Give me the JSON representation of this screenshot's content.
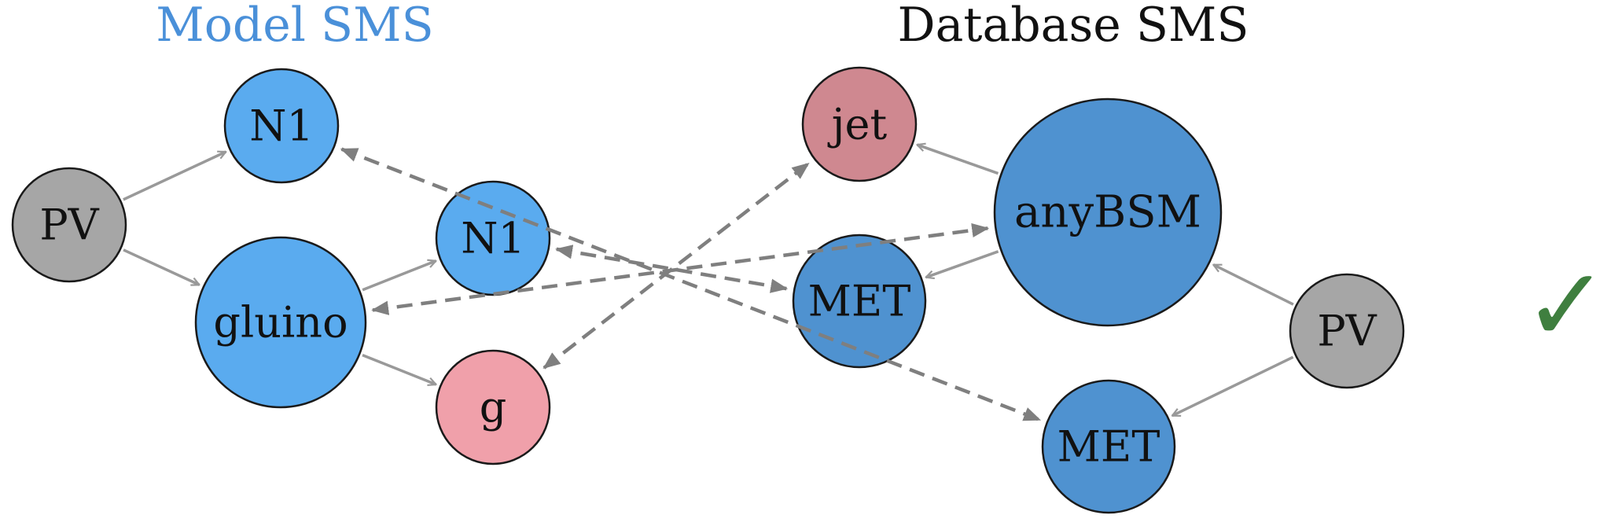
{
  "titles": {
    "model": "Model SMS",
    "database": "Database SMS"
  },
  "colors": {
    "model_title": "#4a90d9",
    "database_title": "#111111",
    "model_bsm": "#5aabef",
    "db_bsm": "#4f92d0",
    "model_sm_jet": "#f0a0aa",
    "db_sm_jet": "#cf8890",
    "pv": "#a6a6a6",
    "node_stroke": "#1a1a1a",
    "solid_edge": "#999999",
    "match_edge": "#7f7f7f",
    "checkmark": "#3f7f3f"
  },
  "model": {
    "nodes": [
      {
        "id": "m_pv",
        "label": "PV",
        "kind": "pv"
      },
      {
        "id": "m_n1a",
        "label": "N1",
        "kind": "model_bsm"
      },
      {
        "id": "m_gluino",
        "label": "gluino",
        "kind": "model_bsm"
      },
      {
        "id": "m_n1b",
        "label": "N1",
        "kind": "model_bsm"
      },
      {
        "id": "m_g",
        "label": "g",
        "kind": "model_sm_jet"
      }
    ],
    "edges": [
      {
        "from": "m_pv",
        "to": "m_n1a"
      },
      {
        "from": "m_pv",
        "to": "m_gluino"
      },
      {
        "from": "m_gluino",
        "to": "m_n1b"
      },
      {
        "from": "m_gluino",
        "to": "m_g"
      }
    ]
  },
  "database": {
    "nodes": [
      {
        "id": "d_jet",
        "label": "jet",
        "kind": "db_sm_jet"
      },
      {
        "id": "d_anybsm",
        "label": "anyBSM",
        "kind": "db_bsm"
      },
      {
        "id": "d_met1",
        "label": "MET",
        "kind": "db_bsm"
      },
      {
        "id": "d_pv",
        "label": "PV",
        "kind": "pv"
      },
      {
        "id": "d_met2",
        "label": "MET",
        "kind": "db_bsm"
      }
    ],
    "edges": [
      {
        "from": "d_anybsm",
        "to": "d_jet"
      },
      {
        "from": "d_anybsm",
        "to": "d_met1"
      },
      {
        "from": "d_pv",
        "to": "d_anybsm"
      },
      {
        "from": "d_pv",
        "to": "d_met2"
      }
    ]
  },
  "matches": [
    {
      "a": "m_g",
      "b": "d_jet"
    },
    {
      "a": "m_n1b",
      "b": "d_met1"
    },
    {
      "a": "m_gluino",
      "b": "d_anybsm"
    },
    {
      "a": "m_n1a",
      "b": "d_met2"
    }
  ],
  "result": {
    "icon": "checkmark-icon",
    "glyph": "✓"
  }
}
